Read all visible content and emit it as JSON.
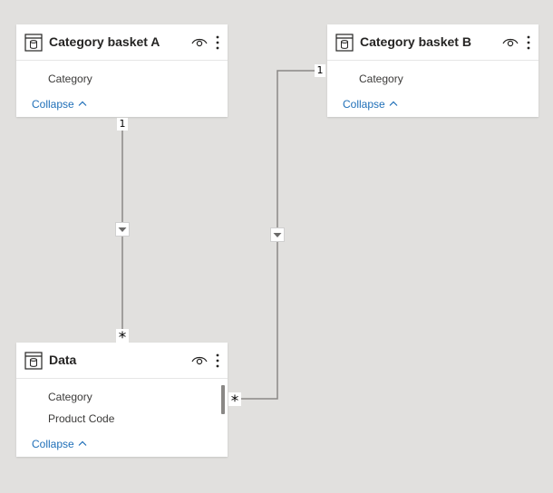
{
  "tables": [
    {
      "title": "Category basket A",
      "fields": [
        "Category"
      ],
      "collapse_label": "Collapse"
    },
    {
      "title": "Category basket B",
      "fields": [
        "Category"
      ],
      "collapse_label": "Collapse"
    },
    {
      "title": "Data",
      "fields": [
        "Category",
        "Product Code"
      ],
      "collapse_label": "Collapse"
    }
  ],
  "relationships": [
    {
      "from_table": "Category basket A",
      "to_table": "Data",
      "one_label": "1",
      "many_label": "*"
    },
    {
      "from_table": "Category basket B",
      "to_table": "Data",
      "one_label": "1",
      "many_label": "*"
    }
  ],
  "colors": {
    "canvas": "#e1e0de",
    "card": "#ffffff",
    "link": "#1f6fb8",
    "relationship_line": "#8a8886"
  },
  "icons": {
    "table": "table-icon",
    "visibility": "eye-icon",
    "more": "more-options-icon",
    "collapse": "chevron-up-icon",
    "cross_filter": "filter-direction-icon"
  }
}
